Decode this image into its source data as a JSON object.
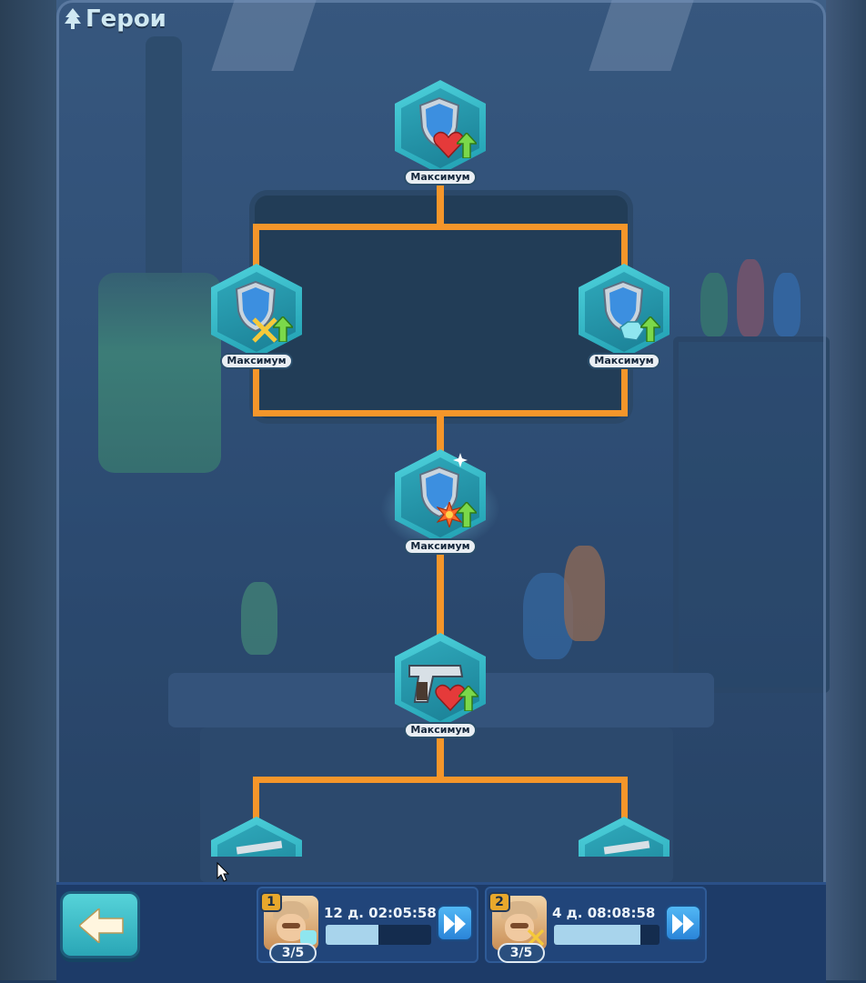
{
  "header": {
    "title": "Герои",
    "icon": "tree-icon"
  },
  "colors": {
    "connector": "#f5962a",
    "node": "#2fa9bb",
    "panel": "#1d3b68"
  },
  "nodes": [
    {
      "id": "shield-heart",
      "label": "Максимум",
      "icons": [
        "shield-icon",
        "heart-icon",
        "arrow-up-icon"
      ]
    },
    {
      "id": "shield-swords",
      "label": "Максимум",
      "icons": [
        "shield-icon",
        "swords-icon",
        "arrow-up-icon"
      ]
    },
    {
      "id": "shield-crystal",
      "label": "Максимум",
      "icons": [
        "shield-icon",
        "crystal-icon",
        "arrow-up-icon"
      ]
    },
    {
      "id": "shield-burst",
      "label": "Максимум",
      "icons": [
        "shield-icon",
        "burst-icon",
        "arrow-up-icon"
      ],
      "highlighted": true
    },
    {
      "id": "pistol-heart",
      "label": "Максимум",
      "icons": [
        "pistol-icon",
        "heart-icon",
        "arrow-up-icon"
      ]
    }
  ],
  "bottom_bar": {
    "back_icon": "arrow-left-icon",
    "slots": [
      {
        "number": "1",
        "timer": "12 д. 02:05:58",
        "count": "3/5",
        "progress": 0.5,
        "speedup_icon": "fast-forward-icon"
      },
      {
        "number": "2",
        "timer": "4 д. 08:08:58",
        "count": "3/5",
        "progress": 0.82,
        "speedup_icon": "fast-forward-icon"
      }
    ]
  }
}
